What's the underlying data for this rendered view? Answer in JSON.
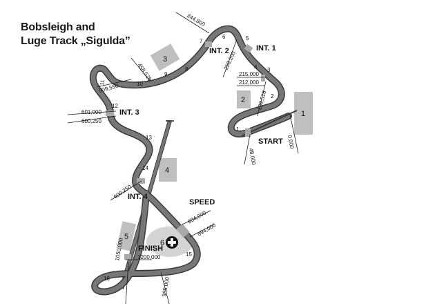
{
  "title": {
    "line1": "Bobsleigh and",
    "line2": "Luge Track „Sigulda”"
  },
  "colors": {
    "track": "#747474",
    "track_edge": "#3a3a3a",
    "marker": "#a9a9a9",
    "building": "#bfbfbf",
    "finish_area": "#d4d4d4",
    "line": "#1a1a1a"
  },
  "labels": {
    "start": "START",
    "finish": "FINISH",
    "speed": "SPEED",
    "int1": "INT. 1",
    "int2": "INT. 2",
    "int3": "INT. 3",
    "int4": "INT. 4"
  },
  "distances": {
    "d344800": "344,800",
    "d259200": "259,200",
    "d215000": "215,000",
    "d212000": "212,000",
    "d139516": "139,516",
    "d0": "0,000",
    "d48000": "48,000",
    "d458528": "458,528",
    "d509550": "509,550",
    "d601000": "601,000",
    "d600250a": "600,250",
    "d600250b": "600,250",
    "d884000": "884,000",
    "d894000": "894,000",
    "d1050000": "1050,000",
    "d1200000": "1200,000",
    "d985000": "985,000"
  },
  "turns": {
    "t1": "1",
    "t2": "2",
    "t3": "3",
    "t4": "4",
    "t5": "5",
    "t6": "6",
    "t7": "7",
    "t8": "8",
    "t9": "9",
    "t10": "10",
    "t11": "11",
    "t12": "12",
    "t13": "13",
    "t14": "14",
    "t15": "15",
    "t16": "16"
  },
  "buildings": {
    "b1": "1",
    "b2": "2",
    "b3": "3",
    "b4": "4",
    "b5": "5",
    "b6": "6"
  },
  "icons": {
    "first_aid": "first-aid-cross-icon"
  }
}
